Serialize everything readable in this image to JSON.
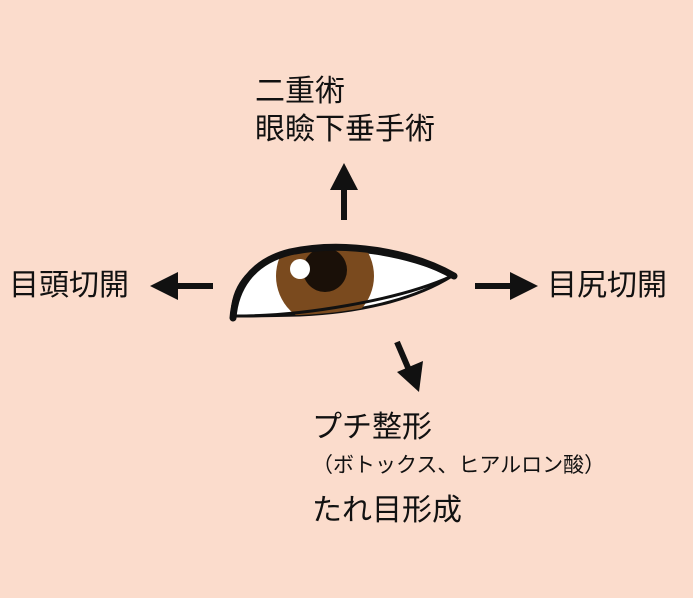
{
  "labels": {
    "up_line1": "二重術",
    "up_line2": "眼瞼下垂手術",
    "left": "目頭切開",
    "right": "目尻切開",
    "down_line1": "プチ整形",
    "down_note": "（ボトックス、ヒアルロン酸）",
    "down_line2": "たれ目形成"
  },
  "colors": {
    "background": "#fbdccc",
    "iris": "#7a4a1e",
    "pupil": "#1a1008",
    "outline": "#111111",
    "sclera": "#ffffff"
  },
  "icons": [
    "eye-icon",
    "arrow-up-icon",
    "arrow-left-icon",
    "arrow-right-icon",
    "arrow-down-right-icon"
  ]
}
